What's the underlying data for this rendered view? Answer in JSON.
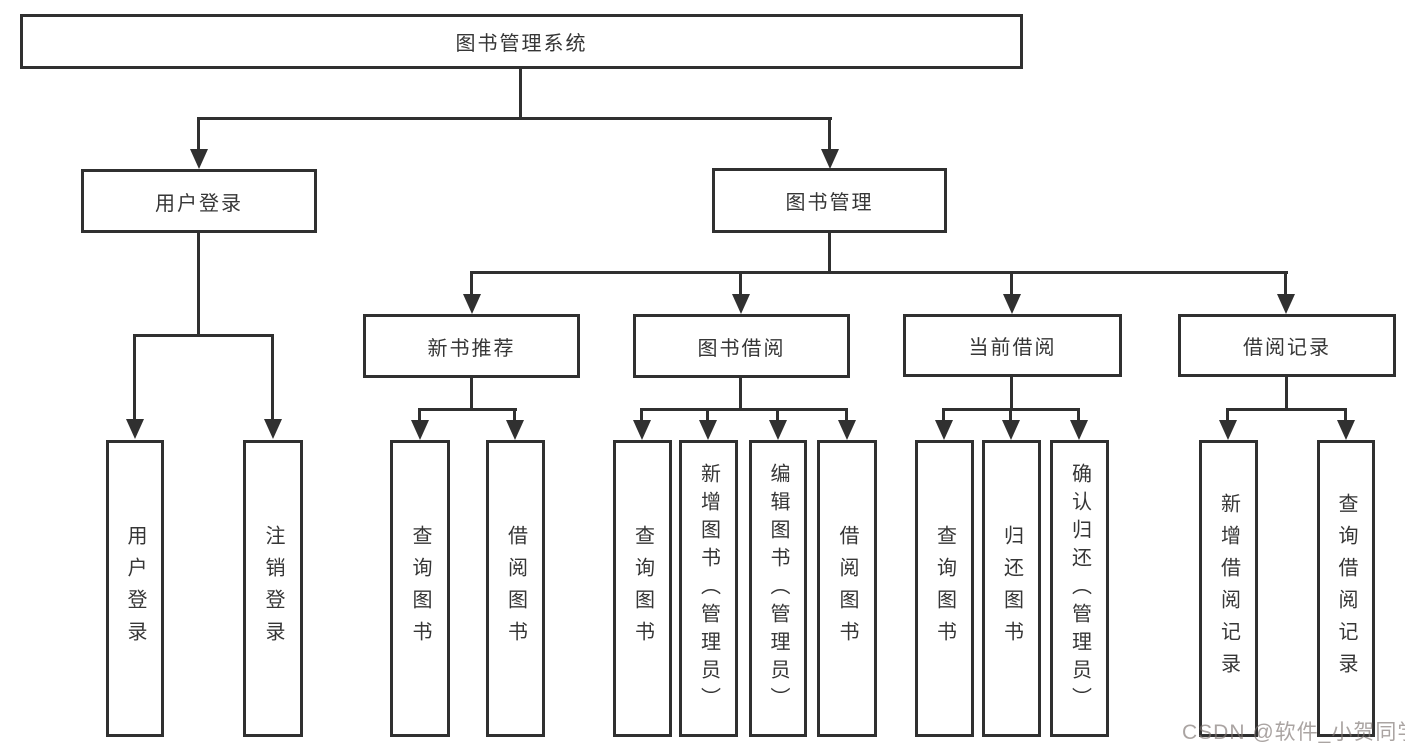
{
  "title": "图书管理系统",
  "nodes": {
    "root": {
      "label": "图书管理系统"
    },
    "user_login": {
      "label": "用户登录"
    },
    "book_management": {
      "label": "图书管理"
    },
    "new_book_recommend": {
      "label": "新书推荐"
    },
    "book_borrow": {
      "label": "图书借阅"
    },
    "current_borrow": {
      "label": "当前借阅"
    },
    "borrow_records": {
      "label": "借阅记录"
    },
    "user_login_leaf": {
      "label": "用户登录"
    },
    "logout_leaf": {
      "label": "注销登录"
    },
    "nbr_query_books": {
      "label": "查询图书"
    },
    "nbr_borrow_books": {
      "label": "借阅图书"
    },
    "bb_query_books": {
      "label": "查询图书"
    },
    "bb_add_books": {
      "label": "新增图书（管理员）"
    },
    "bb_edit_books": {
      "label": "编辑图书（管理员）"
    },
    "bb_borrow_books": {
      "label": "借阅图书"
    },
    "cb_query_books": {
      "label": "查询图书"
    },
    "cb_return_books": {
      "label": "归还图书"
    },
    "cb_confirm_return": {
      "label": "确认归还（管理员）"
    },
    "br_add_record": {
      "label": "新增借阅记录"
    },
    "br_query_record": {
      "label": "查询借阅记录"
    }
  },
  "watermark": {
    "text": "CSDN @软件_小贺同学",
    "color": "#7d7370"
  },
  "colors": {
    "line": "#303030",
    "box_border": "#303030",
    "text": "#363636",
    "background": "#ffffff"
  }
}
